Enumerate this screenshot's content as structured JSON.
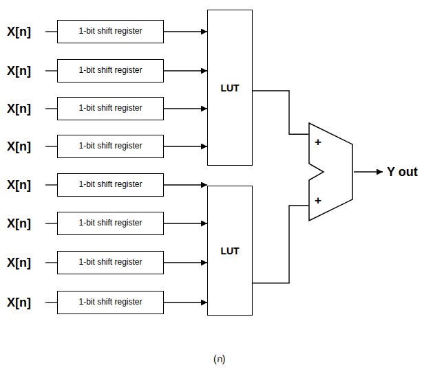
{
  "diagram": {
    "nodes": [
      {
        "text": [
          "1-bit shift register"
        ]
      },
      {
        "text": [
          "1-bit shift register"
        ]
      },
      {
        "text": [
          "1-bit shift register"
        ]
      },
      {
        "text": [
          "1-bit shift register"
        ]
      },
      {
        "text": [
          "1-bit shift register"
        ]
      },
      {
        "text": [
          "1-bit shift register"
        ]
      },
      {
        "text": [
          "1-bit shift register"
        ]
      },
      {
        "text": [
          "1-bit shift register"
        ]
      },
      {
        "text": [
          "LUT"
        ]
      },
      {
        "text": [
          "LUT"
        ]
      },
      {
        "text": [
          "+",
          "+"
        ]
      }
    ],
    "edges": [
      {
        "from": 0,
        "to": 8,
        "arrow": "to"
      },
      {
        "from": 1,
        "to": 8,
        "arrow": "to"
      },
      {
        "from": 2,
        "to": 8,
        "arrow": "to"
      },
      {
        "from": 3,
        "to": 8,
        "arrow": "to"
      },
      {
        "from": 4,
        "to": 9,
        "arrow": "to"
      },
      {
        "from": 5,
        "to": 9,
        "arrow": "to"
      },
      {
        "from": 6,
        "to": 9,
        "arrow": "to"
      },
      {
        "from": 7,
        "to": 9,
        "arrow": "to"
      },
      {
        "from": 8,
        "to": 10,
        "arrow": "none"
      },
      {
        "from": 9,
        "to": 10,
        "arrow": "none"
      }
    ],
    "labels": [
      "X[n]",
      "X[n]",
      "X[n]",
      "X[n]",
      "X[n]",
      "X[n]",
      "X[n]",
      "X[n]",
      "Y out",
      "(ก)"
    ]
  }
}
